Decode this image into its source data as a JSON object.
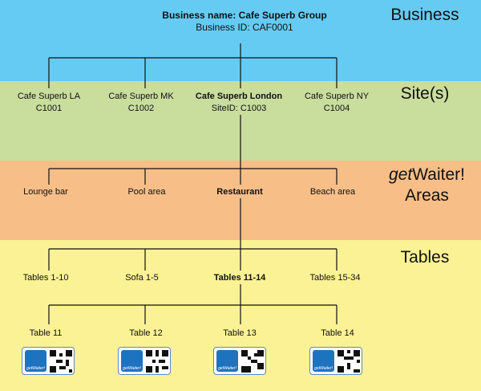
{
  "levels": {
    "business": "Business",
    "sites": "Site(s)",
    "areas_italic": "get",
    "areas_rest": "Waiter!",
    "areas_line2": "Areas",
    "tables": "Tables"
  },
  "business": {
    "name": "Business name: Cafe Superb Group",
    "id": "Business ID: CAF0001"
  },
  "sites": [
    {
      "name": "Cafe Superb LA",
      "id": "C1001"
    },
    {
      "name": "Cafe Superb MK",
      "id": "C1002"
    },
    {
      "name": "Cafe Superb London",
      "id": "SiteID: C1003"
    },
    {
      "name": "Cafe Superb NY",
      "id": "C1004"
    }
  ],
  "areas": [
    "Lounge bar",
    "Pool area",
    "Restaurant",
    "Beach area"
  ],
  "table_groups": [
    "Tables 1-10",
    "Sofa 1-5",
    "Tables 11-14",
    "Tables 15-34"
  ],
  "tables": [
    "Table 11",
    "Table 12",
    "Table 13",
    "Table 14"
  ],
  "qr_logo_text": "getWaiter!",
  "colors": {
    "business_band": "#66cbf3",
    "sites_band": "#c9dd9d",
    "areas_band": "#f7be88",
    "tables_band": "#fbf295"
  }
}
